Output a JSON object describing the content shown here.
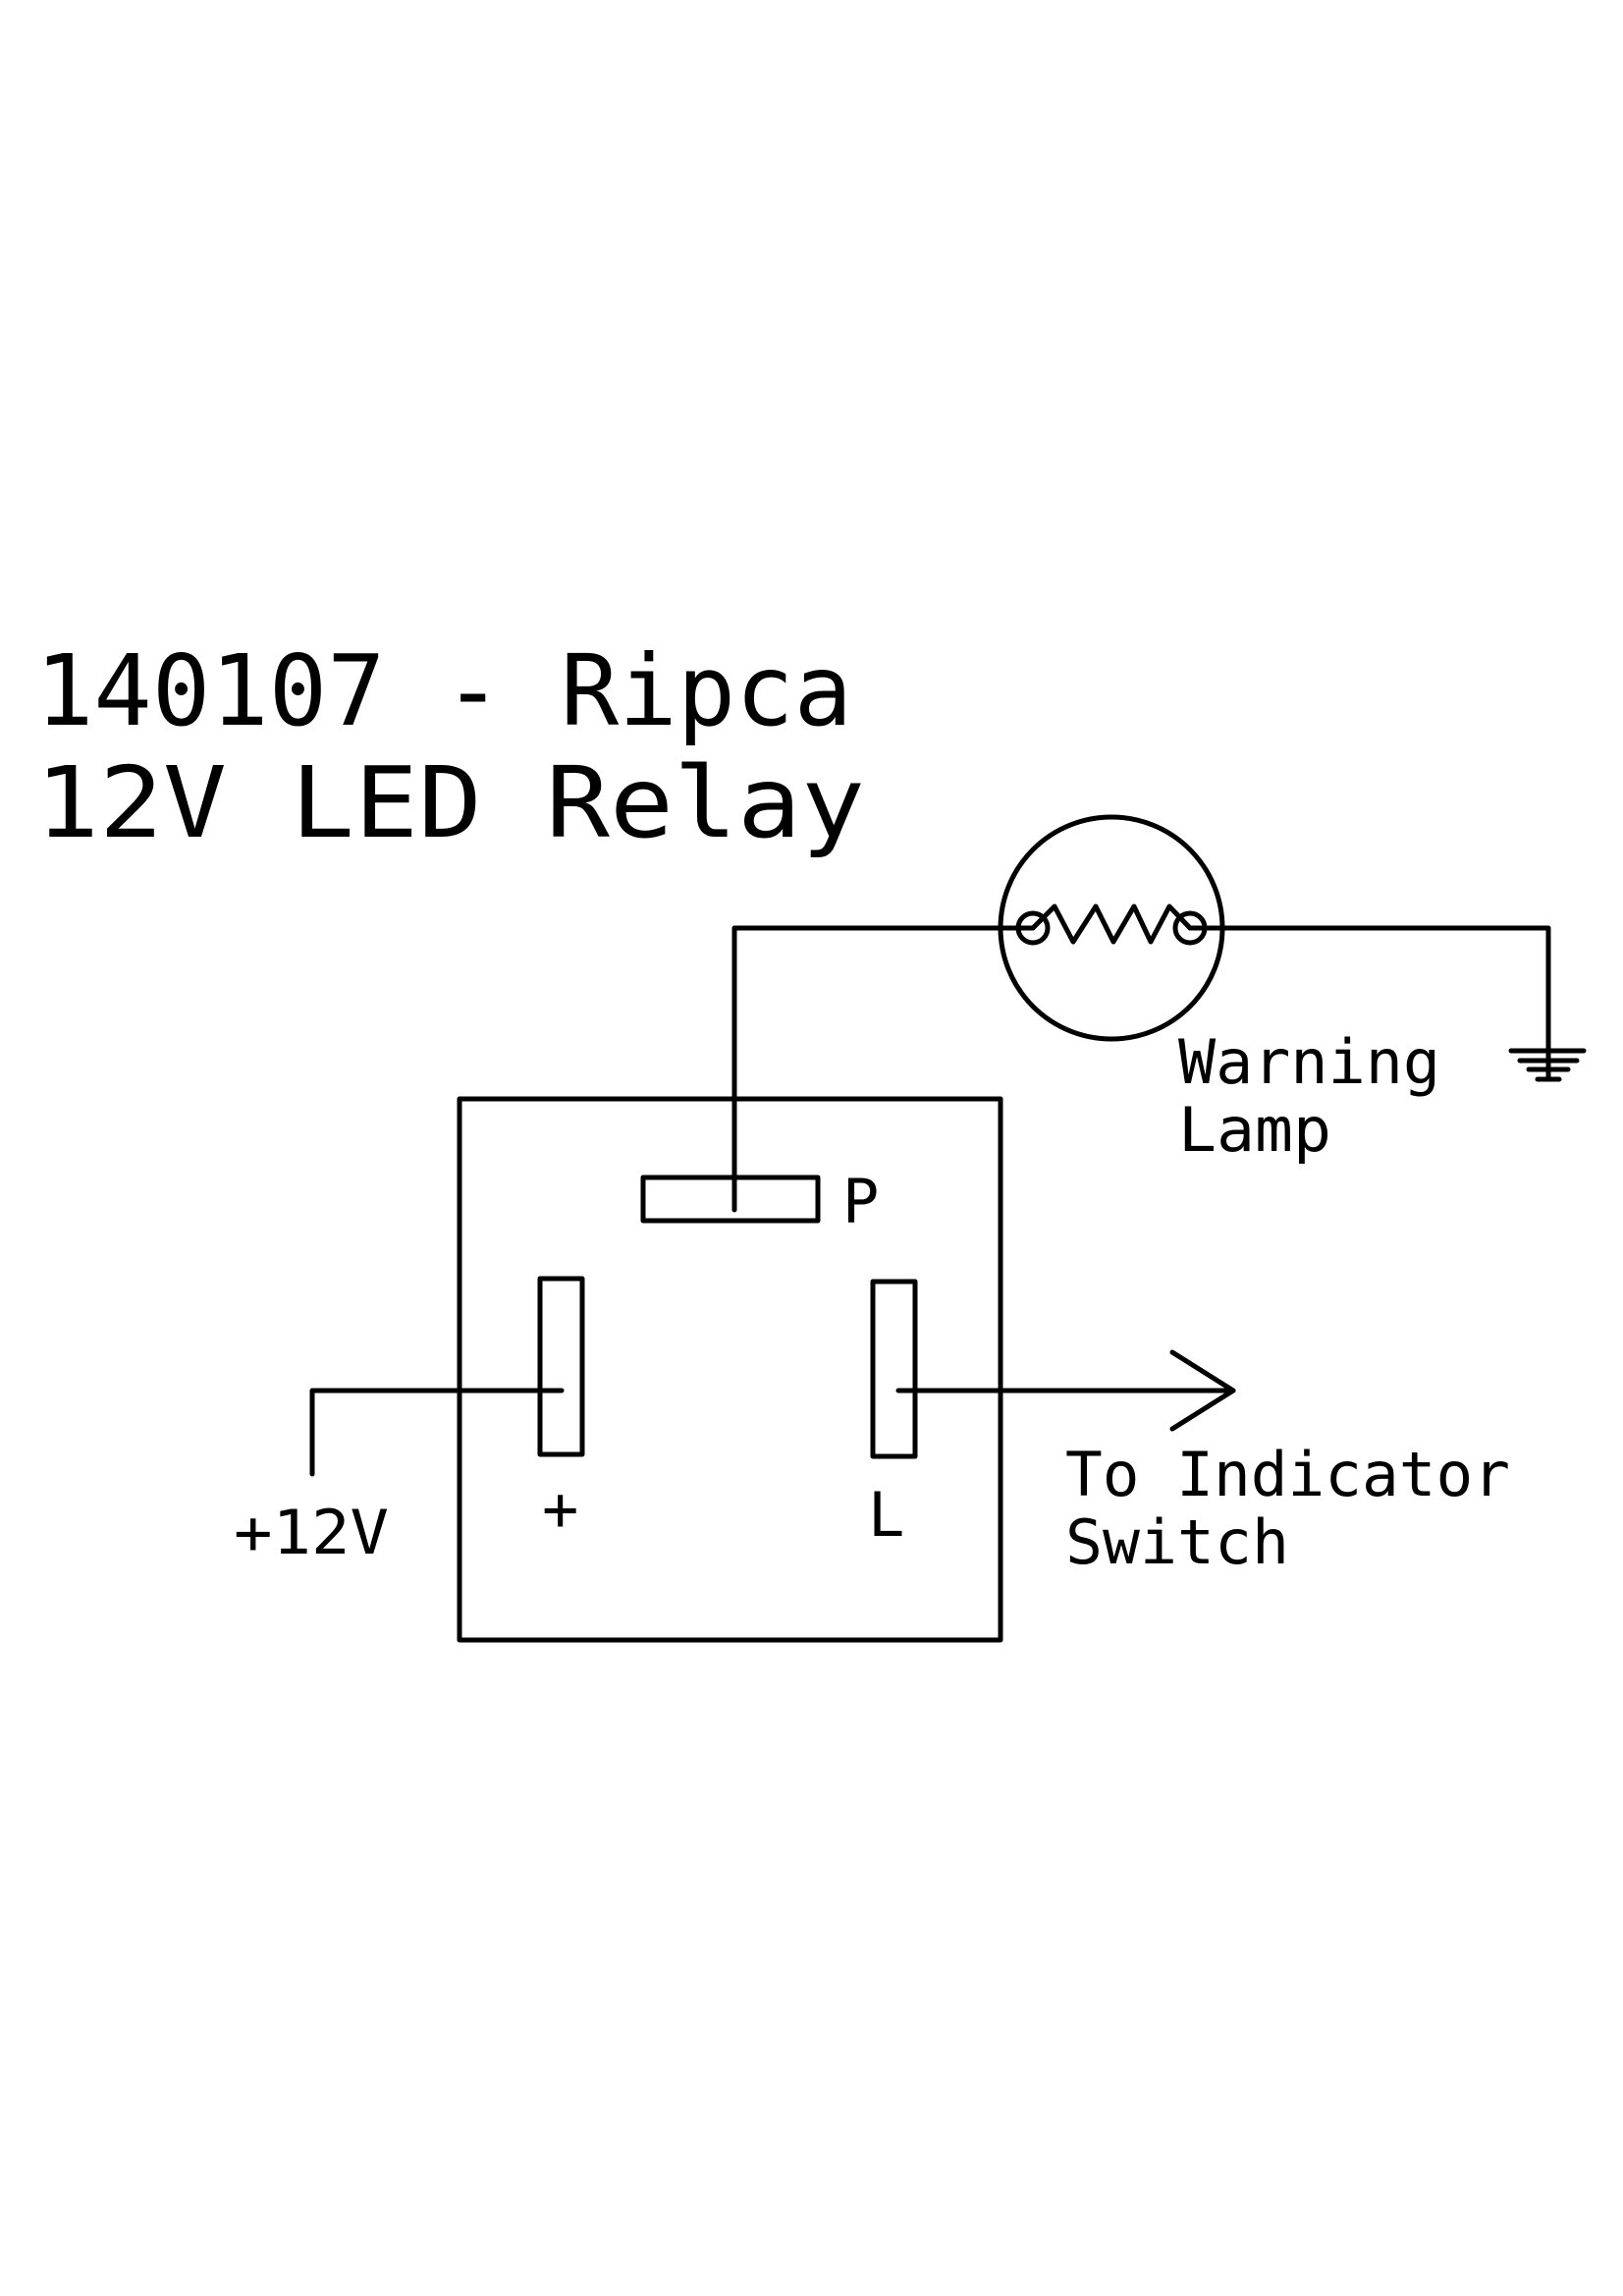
{
  "title": {
    "line1": "140107 - Ripca",
    "line2": "12V LED Relay"
  },
  "relay": {
    "terminals": [
      {
        "id": "P",
        "label": "P"
      },
      {
        "id": "plus",
        "label": "+"
      },
      {
        "id": "L",
        "label": "L"
      }
    ]
  },
  "lamp": {
    "label_line1": "Warning",
    "label_line2": "Lamp"
  },
  "supply": {
    "label": "+12V"
  },
  "output": {
    "label_line1": "To Indicator",
    "label_line2": "Switch"
  },
  "colors": {
    "ink": "#000000",
    "background": "#ffffff"
  }
}
